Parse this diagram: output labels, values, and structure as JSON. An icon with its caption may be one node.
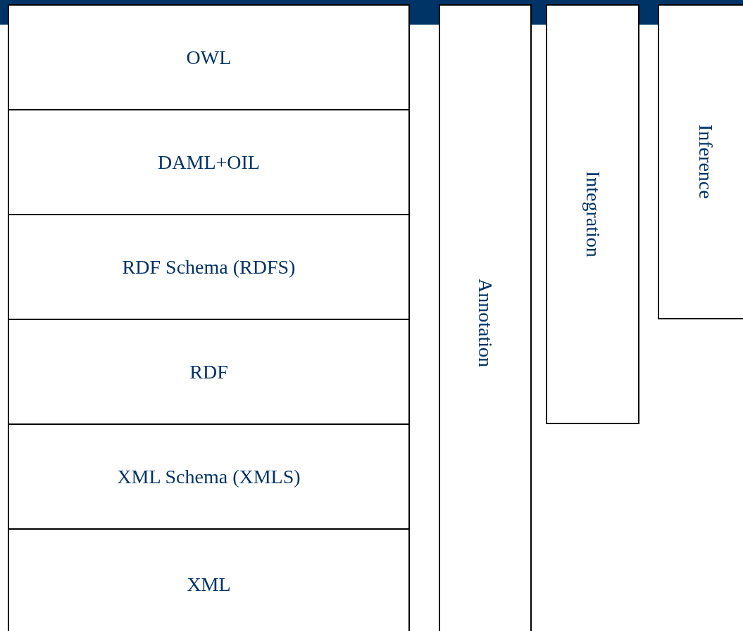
{
  "diagram": {
    "nodes": [
      {
        "text": [
          "OWL"
        ]
      },
      {
        "text": [
          "DAML+OIL"
        ]
      },
      {
        "text": [
          "RDF Schema (RDFS)"
        ]
      },
      {
        "text": [
          "RDF"
        ]
      },
      {
        "text": [
          "XML Schema (XMLS)"
        ]
      },
      {
        "text": [
          "XML"
        ]
      },
      {
        "text": [
          "Annotation"
        ]
      },
      {
        "text": [
          "Integration"
        ]
      },
      {
        "text": [
          "Inference"
        ]
      }
    ]
  }
}
